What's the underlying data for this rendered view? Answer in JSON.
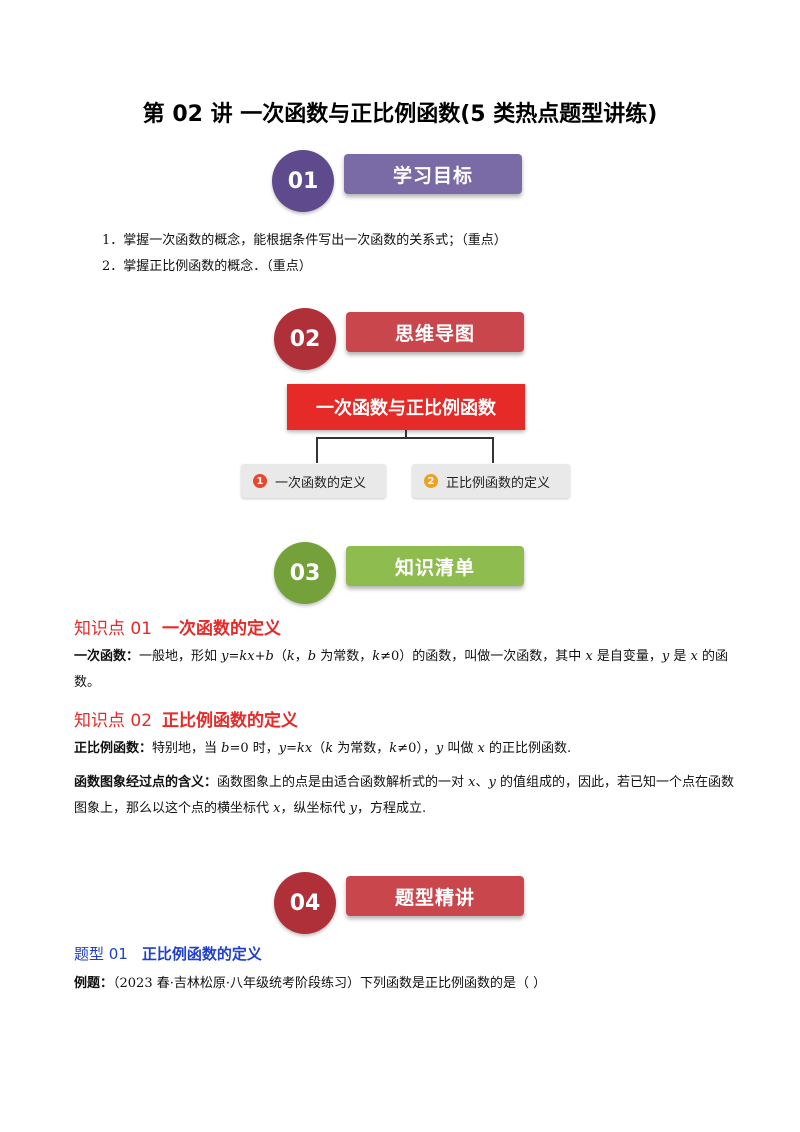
{
  "title": "第 02 讲  一次函数与正比例函数(5 类热点题型讲练)",
  "sections": [
    {
      "num": "01",
      "label": "学习目标"
    },
    {
      "num": "02",
      "label": "思维导图"
    },
    {
      "num": "03",
      "label": "知识清单"
    },
    {
      "num": "04",
      "label": "题型精讲"
    }
  ],
  "goals": [
    "1．掌握一次函数的概念，能根据条件写出一次函数的关系式；（重点）",
    "2．掌握正比例函数的概念．（重点）"
  ],
  "mindmap": {
    "root": "一次函数与正比例函数",
    "nodes": [
      {
        "num": "1",
        "label": "一次函数的定义",
        "color": "#e8472e"
      },
      {
        "num": "2",
        "label": "正比例函数的定义",
        "color": "#f0a020"
      }
    ]
  },
  "knowledge": [
    {
      "prefix": "知识点 01",
      "heading": "一次函数的定义",
      "lead": "一次函数：",
      "parts": [
        "一般地，形如 ",
        "y=kx+b",
        "（",
        "k",
        "，",
        "b",
        " 为常数，",
        "k",
        "≠0）的函数，叫做一次函数，其中 ",
        "x",
        " 是自变量，",
        "y",
        " 是 ",
        "x",
        " 的函数。"
      ]
    },
    {
      "prefix": "知识点 02",
      "heading": "正比例函数的定义",
      "lead": "正比例函数：",
      "parts": [
        "特别地，当 ",
        "b",
        "=0 时，",
        "y=kx",
        "（",
        "k",
        " 为常数，",
        "k",
        "≠0），",
        "y",
        " 叫做 ",
        "x",
        " 的正比例函数."
      ]
    }
  ],
  "meaning": {
    "lead": "函数图象经过点的含义：",
    "parts": [
      "函数图象上的点是由适合函数解析式的一对 ",
      "x",
      "、",
      "y",
      " 的值组成的，因此，若已知一个点在函数图象上，那么以这个点的横坐标代 ",
      "x",
      "，纵坐标代 ",
      "y",
      "，方程成立."
    ]
  },
  "type01": {
    "prefix": "题型 01",
    "heading": "正比例函数的定义"
  },
  "example": {
    "lead": "例题：",
    "text": "（2023 春·吉林松原·八年级统考阶段练习）下列函数是正比例函数的是（     ）"
  }
}
